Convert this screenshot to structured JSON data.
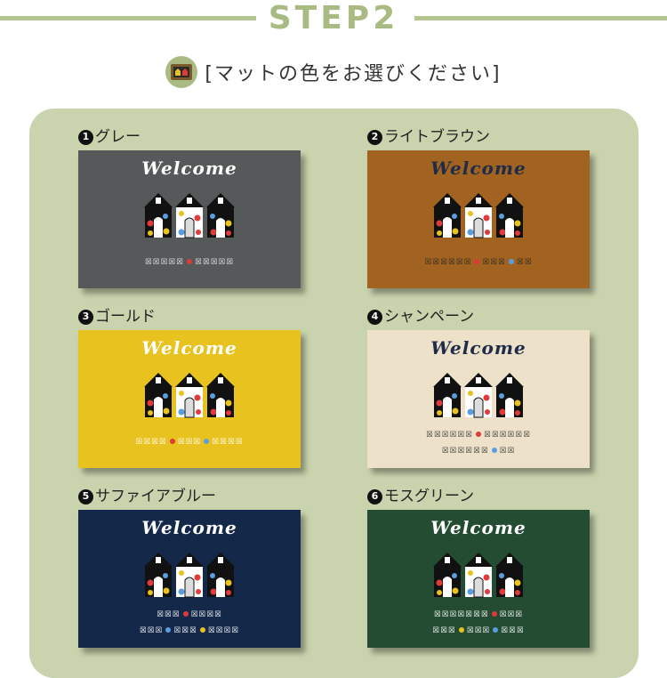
{
  "header": {
    "title": "STEP2",
    "subtitle": "[マットの色をお選びください]"
  },
  "colors": {
    "accent": "#b5c58f",
    "panel": "#c9d3ad"
  },
  "options": [
    {
      "num": "1",
      "label": "グレー",
      "bg": "#55595a",
      "welcome_color": "#ffffff",
      "text_color": "#e6e6e6",
      "line1": [
        "☒☒☒☒☒",
        "☒☒☒☒☒"
      ],
      "line1_dots": [
        "#e03a3a"
      ],
      "line2": [],
      "line2_dots": []
    },
    {
      "num": "2",
      "label": "ライトブラウン",
      "bg": "#a1631f",
      "welcome_color": "#1e2c4a",
      "text_color": "#2a2a2a",
      "line1": [
        "☒☒☒☒☒☒",
        "☒☒☒",
        "☒☒"
      ],
      "line1_dots": [
        "#e03a3a",
        "#5b9ee0"
      ],
      "line2": [],
      "line2_dots": []
    },
    {
      "num": "3",
      "label": "ゴールド",
      "bg": "#e8c21e",
      "welcome_color": "#ffffff",
      "text_color": "#ffffff",
      "line1": [
        "☒☒☒☒",
        "☒☒☒",
        "☒☒☒☒"
      ],
      "line1_dots": [
        "#e03a3a",
        "#5b9ee0"
      ],
      "line2": [],
      "line2_dots": []
    },
    {
      "num": "4",
      "label": "シャンペーン",
      "bg": "#ede2c9",
      "welcome_color": "#1e2c4a",
      "text_color": "#3a3a3a",
      "line1": [
        "☒☒☒☒☒☒",
        "☒☒☒☒☒☒"
      ],
      "line1_dots": [
        "#e03a3a"
      ],
      "line2": [
        "☒☒☒☒☒☒",
        "☒☒"
      ],
      "line2_dots": [
        "#5b9ee0"
      ]
    },
    {
      "num": "5",
      "label": "サファイアブルー",
      "bg": "#14284a",
      "welcome_color": "#ffffff",
      "text_color": "#ffffff",
      "line1": [
        "☒☒☒",
        "☒☒☒☒"
      ],
      "line1_dots": [
        "#e03a3a"
      ],
      "line2": [
        "☒☒☒",
        "☒☒☒",
        "☒☒☒☒"
      ],
      "line2_dots": [
        "#5b9ee0",
        "#e8c21e"
      ]
    },
    {
      "num": "6",
      "label": "モスグリーン",
      "bg": "#234c32",
      "welcome_color": "#ffffff",
      "text_color": "#ffffff",
      "line1": [
        "☒☒☒☒☒☒☒",
        "☒☒☒"
      ],
      "line1_dots": [
        "#e03a3a"
      ],
      "line2": [
        "☒☒☒",
        "☒☒☒",
        "☒☒☒"
      ],
      "line2_dots": [
        "#e8c21e",
        "#5b9ee0"
      ]
    }
  ],
  "welcome_text": "Welcome"
}
